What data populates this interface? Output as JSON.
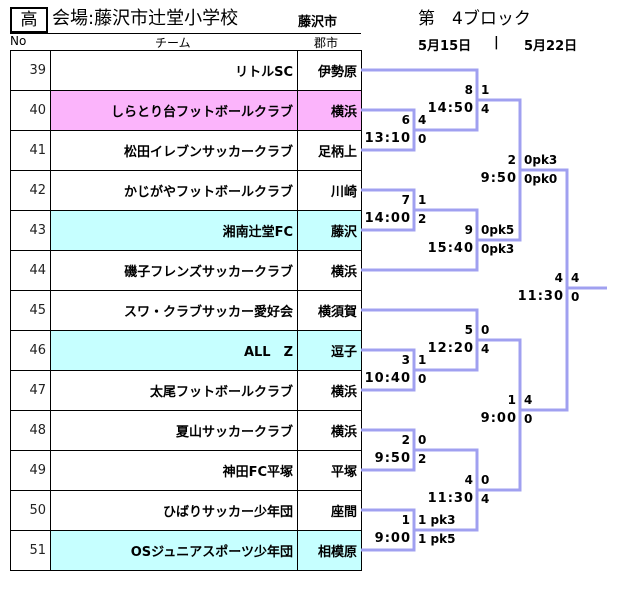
{
  "header": {
    "grade": "高",
    "venue": "会場:藤沢市辻堂小学校",
    "venue_city": "藤沢市",
    "block": "第　4ブロック",
    "columns": {
      "no": "No",
      "team": "チーム",
      "city": "郡市"
    },
    "date1": "5月15日",
    "date_sep": "|",
    "date2": "5月22日"
  },
  "colors": {
    "line": "#a0a0f0",
    "pink": "#fbb4fb",
    "cyan": "#c6ffff"
  },
  "teams": [
    {
      "no": "39",
      "name": "リトルSC",
      "city": "伊勢原",
      "highlight": "none"
    },
    {
      "no": "40",
      "name": "しらとり台フットボールクラブ",
      "city": "横浜",
      "highlight": "pink"
    },
    {
      "no": "41",
      "name": "松田イレブンサッカークラブ",
      "city": "足柄上",
      "highlight": "none"
    },
    {
      "no": "42",
      "name": "かじがやフットボールクラブ",
      "city": "川崎",
      "highlight": "none"
    },
    {
      "no": "43",
      "name": "湘南辻堂FC",
      "city": "藤沢",
      "highlight": "cyan"
    },
    {
      "no": "44",
      "name": "磯子フレンズサッカークラブ",
      "city": "横浜",
      "highlight": "none"
    },
    {
      "no": "45",
      "name": "スワ・クラブサッカー愛好会",
      "city": "横須賀",
      "highlight": "none"
    },
    {
      "no": "46",
      "name": "ALL　Z",
      "city": "逗子",
      "highlight": "cyan"
    },
    {
      "no": "47",
      "name": "太尾フットボールクラブ",
      "city": "横浜",
      "highlight": "none"
    },
    {
      "no": "48",
      "name": "夏山サッカークラブ",
      "city": "横浜",
      "highlight": "none"
    },
    {
      "no": "49",
      "name": "神田FC平塚",
      "city": "平塚",
      "highlight": "none"
    },
    {
      "no": "50",
      "name": "ひばりサッカー少年団",
      "city": "座間",
      "highlight": "none"
    },
    {
      "no": "51",
      "name": "OSジュニアスポーツ少年団",
      "city": "相模原",
      "highlight": "cyan"
    }
  ],
  "matches": [
    {
      "id": "m6",
      "game_no": "6",
      "time": "13:10",
      "score_top": "4",
      "score_bottom": "0"
    },
    {
      "id": "m8",
      "game_no": "8",
      "time": "14:50",
      "score_top": "1",
      "score_bottom": "4"
    },
    {
      "id": "m7",
      "game_no": "7",
      "time": "14:00",
      "score_top": "1",
      "score_bottom": "2"
    },
    {
      "id": "m9",
      "game_no": "9",
      "time": "15:40",
      "score_top": "0pk5",
      "score_bottom": "0pk3"
    },
    {
      "id": "m2",
      "game_no": "2",
      "time": "9:50",
      "score_top": "0pk3",
      "score_bottom": "0pk0"
    },
    {
      "id": "m3",
      "game_no": "3",
      "time": "10:40",
      "score_top": "1",
      "score_bottom": "0"
    },
    {
      "id": "m5",
      "game_no": "5",
      "time": "12:20",
      "score_top": "0",
      "score_bottom": "4"
    },
    {
      "id": "m2b",
      "game_no": "2",
      "time": "9:50",
      "score_top": "0",
      "score_bottom": "2"
    },
    {
      "id": "m1b",
      "game_no": "1",
      "time": "9:00",
      "score_top": "1 pk3",
      "score_bottom": "1 pk5"
    },
    {
      "id": "m4b",
      "game_no": "4",
      "time": "11:30",
      "score_top": "0",
      "score_bottom": "4"
    },
    {
      "id": "m1",
      "game_no": "1",
      "time": "9:00",
      "score_top": "4",
      "score_bottom": "0"
    },
    {
      "id": "m4",
      "game_no": "4",
      "time": "11:30",
      "score_top": "4",
      "score_bottom": "0"
    }
  ]
}
